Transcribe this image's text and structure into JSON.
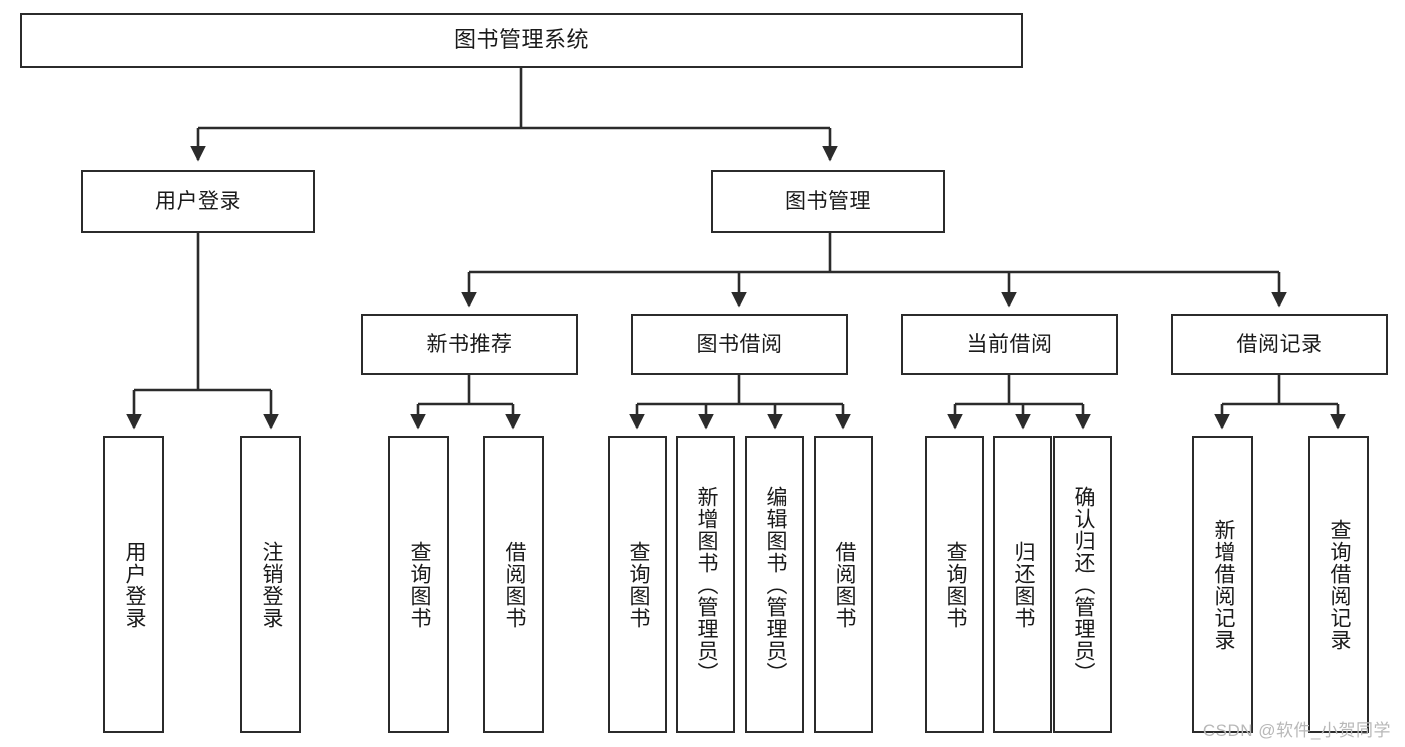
{
  "diagram": {
    "type": "tree-hierarchy-flowchart",
    "root": {
      "id": "root",
      "label": "图书管理系统"
    },
    "level2": [
      {
        "id": "user-login",
        "label": "用户登录"
      },
      {
        "id": "book-management",
        "label": "图书管理"
      }
    ],
    "level3": [
      {
        "id": "new-book-recommend",
        "label": "新书推荐"
      },
      {
        "id": "book-borrow",
        "label": "图书借阅"
      },
      {
        "id": "current-borrow",
        "label": "当前借阅"
      },
      {
        "id": "borrow-record",
        "label": "借阅记录"
      }
    ],
    "leaves": {
      "user_login": [
        {
          "id": "leaf-user-login",
          "label": "用户登录"
        },
        {
          "id": "leaf-logout-login",
          "label": "注销登录"
        }
      ],
      "new_book_recommend": [
        {
          "id": "leaf-query-book-1",
          "label": "查询图书"
        },
        {
          "id": "leaf-borrow-book-1",
          "label": "借阅图书"
        }
      ],
      "book_borrow": [
        {
          "id": "leaf-query-book-2",
          "label": "查询图书"
        },
        {
          "id": "leaf-add-book",
          "label": "新增图书（管理员）"
        },
        {
          "id": "leaf-edit-book",
          "label": "编辑图书（管理员）"
        },
        {
          "id": "leaf-borrow-book-2",
          "label": "借阅图书"
        }
      ],
      "current_borrow": [
        {
          "id": "leaf-query-book-3",
          "label": "查询图书"
        },
        {
          "id": "leaf-return-book",
          "label": "归还图书"
        },
        {
          "id": "leaf-confirm-return",
          "label": "确认归还（管理员）"
        }
      ],
      "borrow_record": [
        {
          "id": "leaf-add-borrow-record",
          "label": "新增借阅记录"
        },
        {
          "id": "leaf-query-borrow-record",
          "label": "查询借阅记录"
        }
      ]
    }
  },
  "watermark": {
    "text": "CSDN @软件_小贺同学"
  },
  "colors": {
    "stroke": "#2b2b2b",
    "background": "#ffffff",
    "text": "#1a1a1a",
    "watermark": "#b8b8b8"
  }
}
